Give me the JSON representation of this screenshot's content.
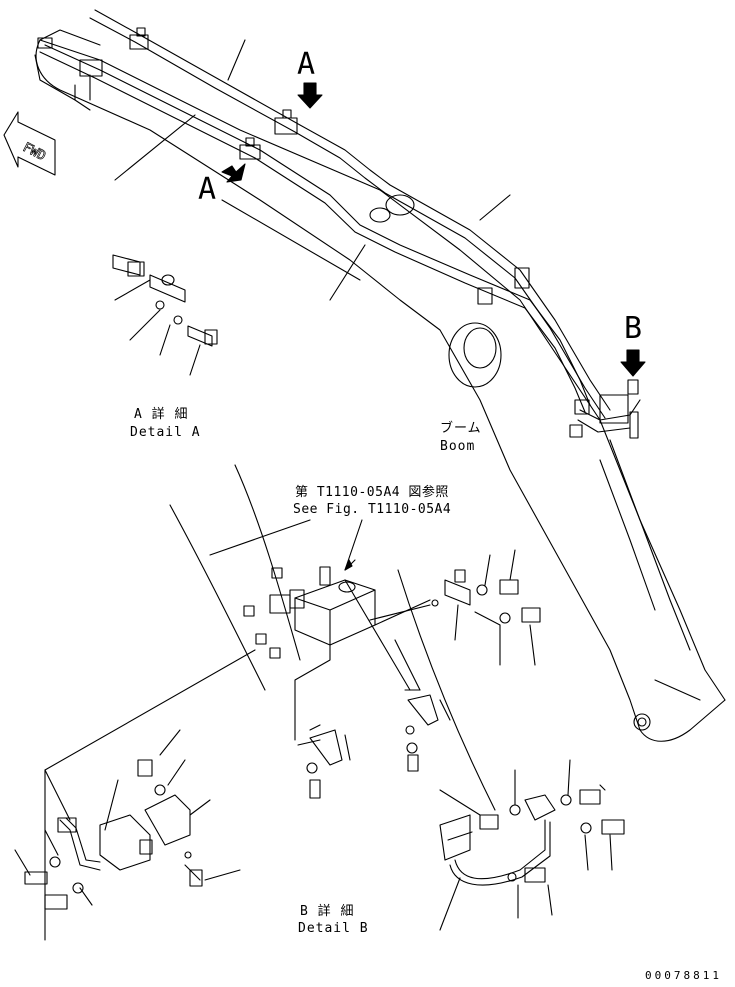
{
  "view_a_marker": "A",
  "view_b_marker": "B",
  "fwd_label": "FWD",
  "boom_label_jp": "ブーム",
  "boom_label_en": "Boom",
  "detail_a_jp": "A 詳 細",
  "detail_a_en": "Detail A",
  "detail_b_jp": "B 詳 細",
  "detail_b_en": "Detail B",
  "reference_jp": "第 T1110-05A4 図参照",
  "reference_en": "See Fig. T1110-05A4",
  "drawing_number": "00078811"
}
